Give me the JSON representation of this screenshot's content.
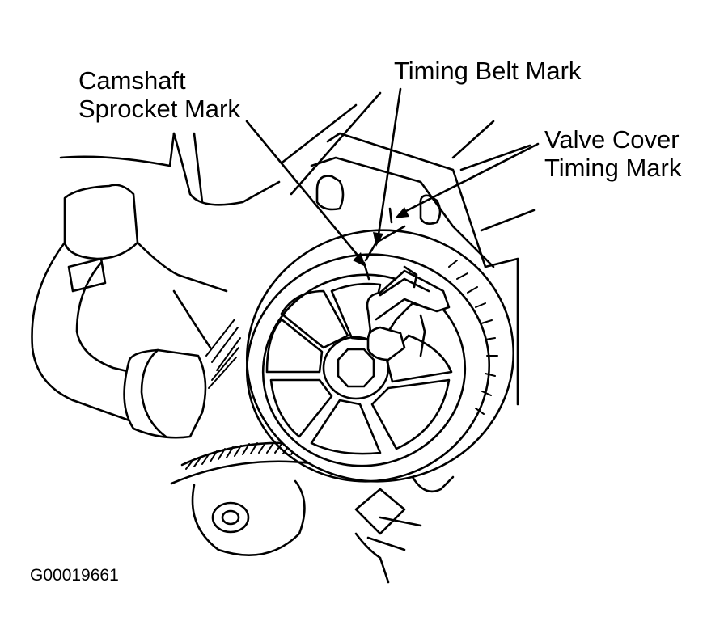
{
  "labels": {
    "camshaft_line1": "Camshaft",
    "camshaft_line2": "Sprocket Mark",
    "timing_belt_mark": "Timing Belt Mark",
    "valve_cover_line1": "Valve Cover",
    "valve_cover_line2": "Timing Mark",
    "figure_code": "G00019661"
  },
  "colors": {
    "ink": "#000000",
    "background": "#ffffff"
  }
}
